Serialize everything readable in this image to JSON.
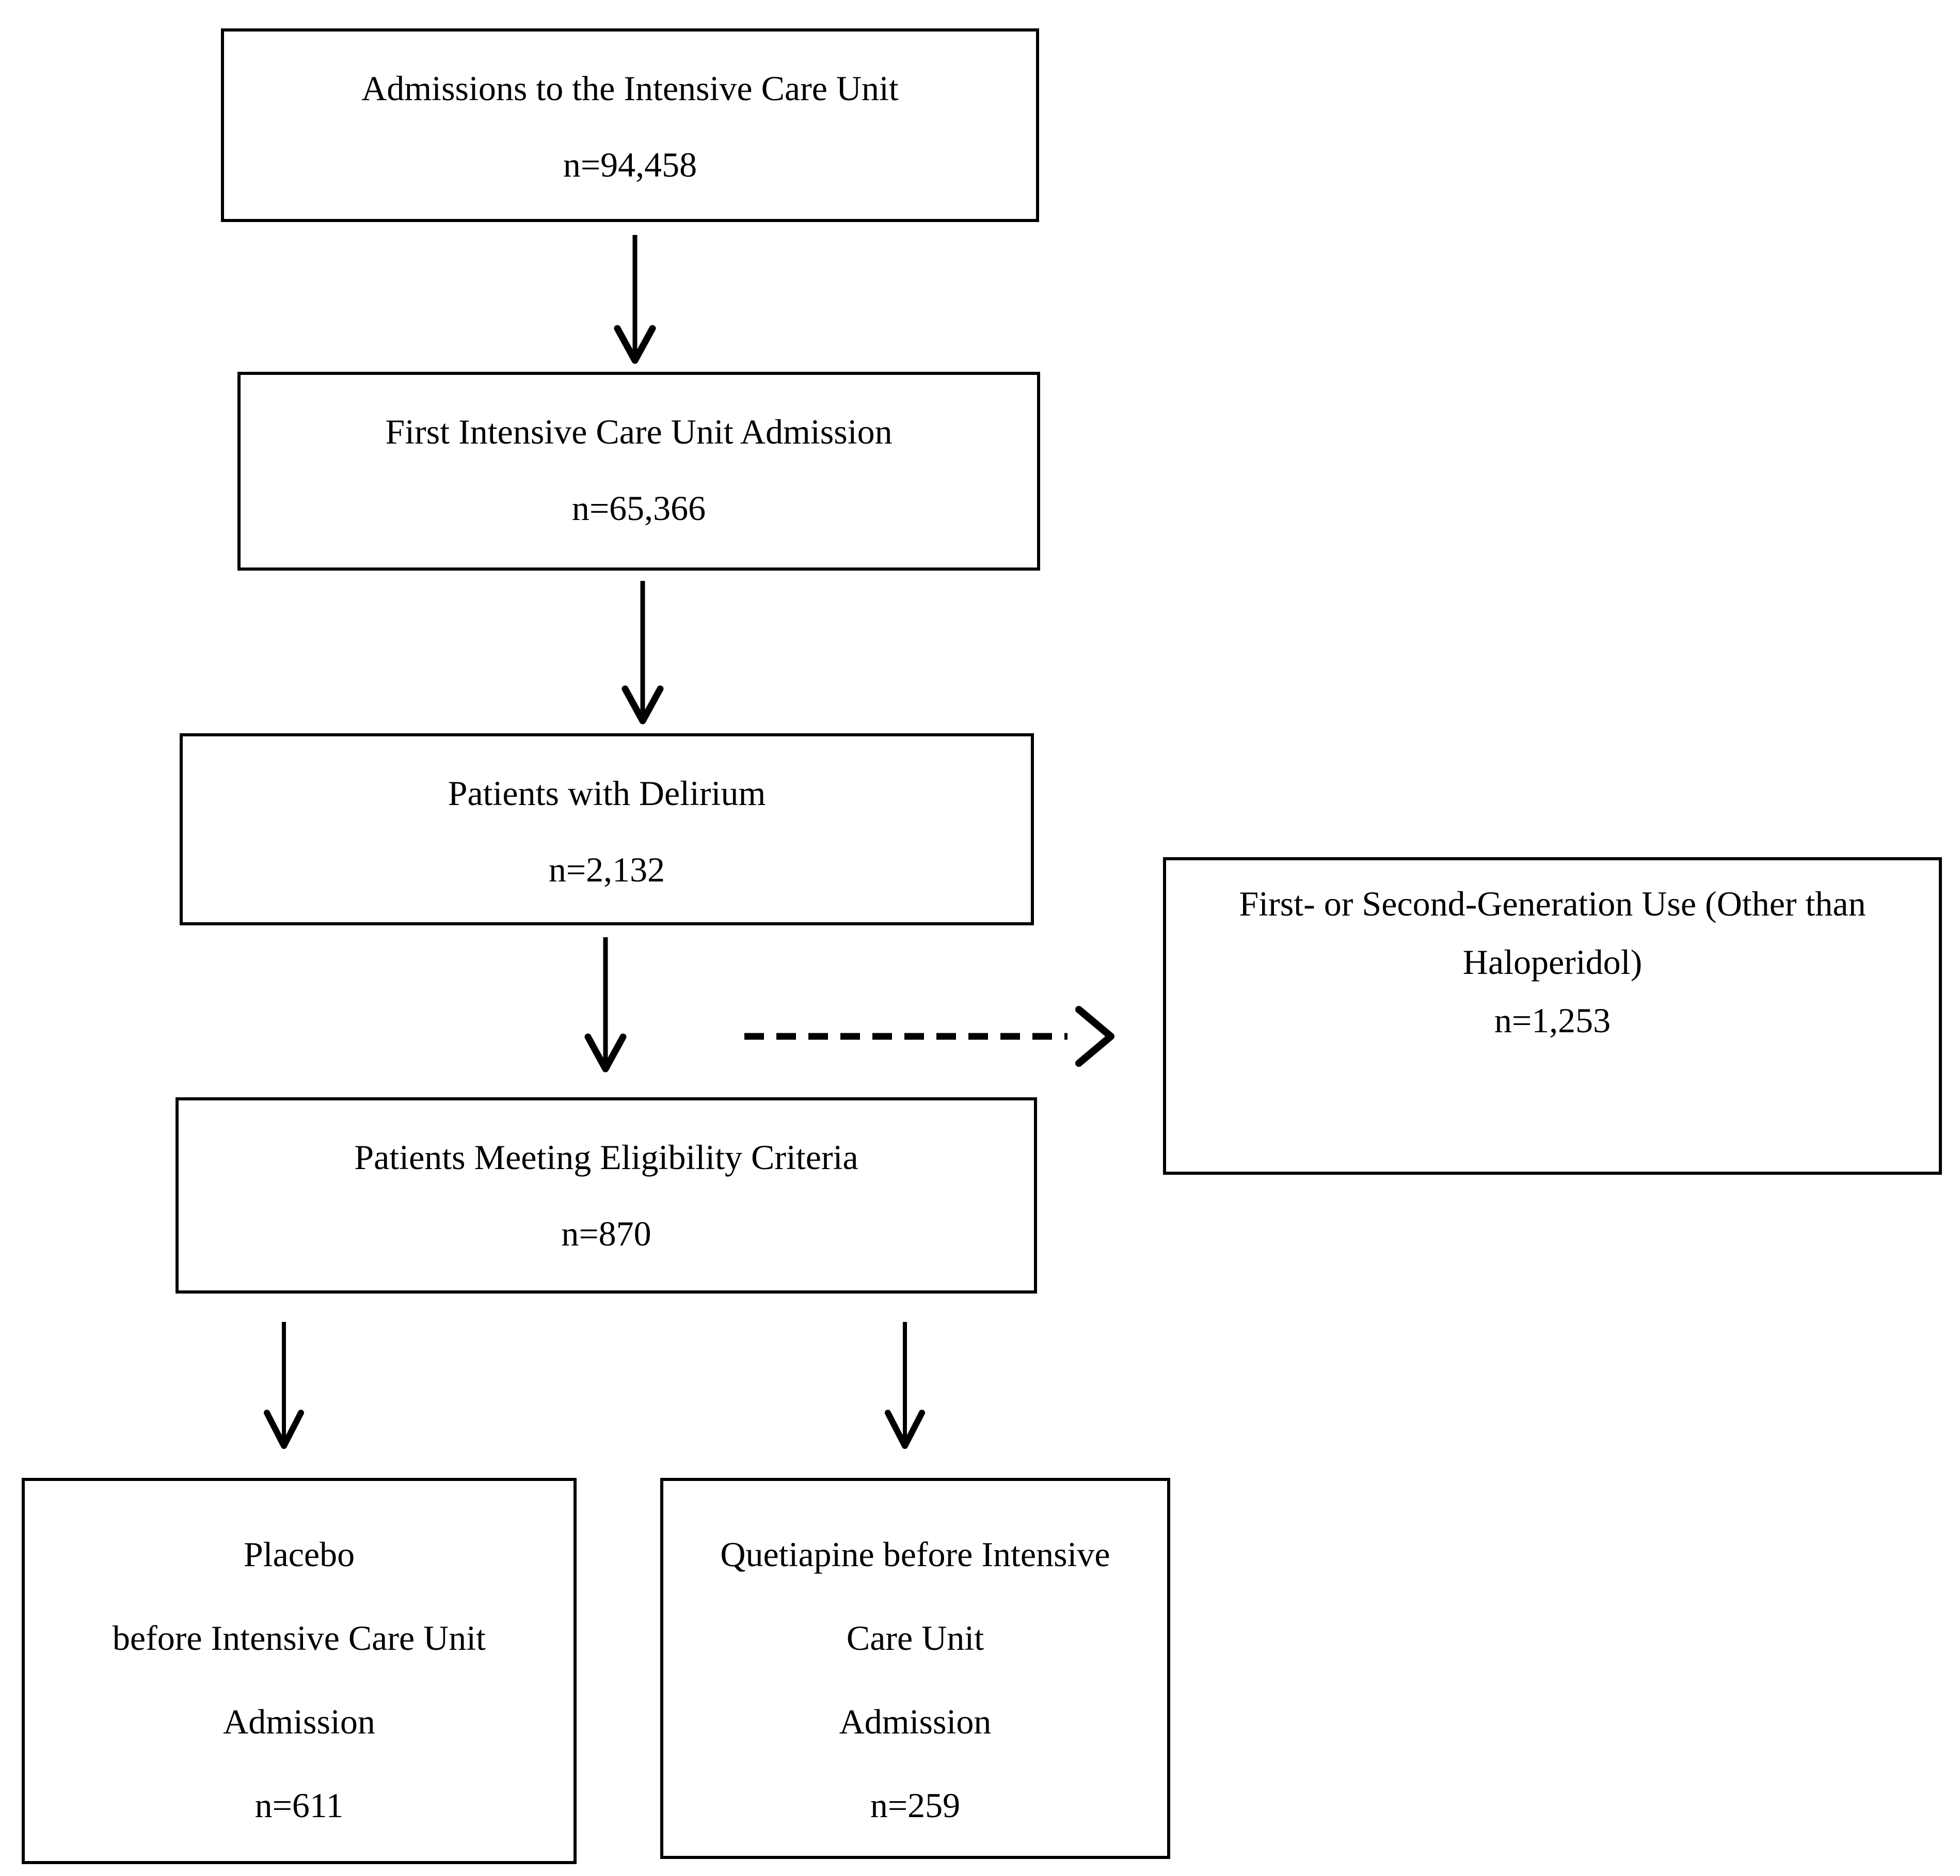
{
  "colors": {
    "ink": "#000000",
    "background": "#ffffff"
  },
  "diagram": {
    "boxes": {
      "icu_admissions": {
        "title_lines": [
          "Admissions to the Intensive Care Unit"
        ],
        "n_label": "n=94,458"
      },
      "first_icu_admission": {
        "title_lines": [
          "First Intensive Care Unit Admission"
        ],
        "n_label": "n=65,366"
      },
      "delirium": {
        "title_lines": [
          "Patients with Delirium"
        ],
        "n_label": "n=2,132"
      },
      "eligibility": {
        "title_lines": [
          "Patients Meeting Eligibility Criteria"
        ],
        "n_label": "n=870"
      },
      "other_generation_use": {
        "title_lines": [
          "First- or Second-Generation Use (Other than",
          "Haloperidol)"
        ],
        "n_label": "n=1,253"
      },
      "placebo": {
        "title_lines": [
          "Placebo",
          "before Intensive Care Unit",
          "Admission"
        ],
        "n_label": "n=611"
      },
      "quetiapine": {
        "title_lines": [
          "Quetiapine before Intensive",
          "Care Unit",
          "Admission"
        ],
        "n_label": "n=259"
      }
    },
    "edges": [
      {
        "from": "icu_admissions",
        "to": "first_icu_admission",
        "style": "solid"
      },
      {
        "from": "first_icu_admission",
        "to": "delirium",
        "style": "solid"
      },
      {
        "from": "delirium",
        "to": "eligibility",
        "style": "solid"
      },
      {
        "from": "delirium",
        "to": "other_generation_use",
        "style": "dashed"
      },
      {
        "from": "eligibility",
        "to": "placebo",
        "style": "solid"
      },
      {
        "from": "eligibility",
        "to": "quetiapine",
        "style": "solid"
      }
    ]
  }
}
